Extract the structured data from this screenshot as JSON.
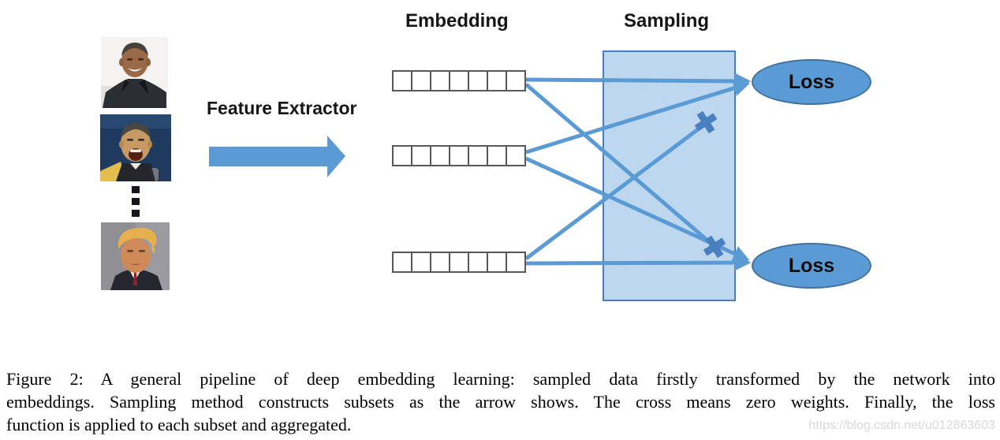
{
  "figure": {
    "embedding_header": "Embedding",
    "sampling_header": "Sampling",
    "feature_extractor_label": "Feature Extractor",
    "loss_top": "Loss",
    "loss_bottom": "Loss",
    "embedding_cells_per_row": 7,
    "embedding_row_count": 3,
    "input_photos": [
      {
        "label": "obama-smiling-portrait"
      },
      {
        "label": "obama-shouting-portrait"
      },
      {
        "label": "trump-portrait"
      }
    ],
    "ellipsis_dots": 3,
    "colors": {
      "line_blue": "#5B9BD5",
      "cross_blue": "#4A80C0",
      "sampling_fill": "#BDD7EE",
      "sampling_border": "#4A7EBB",
      "loss_fill": "#5B9BD5",
      "loss_border": "#41719C",
      "cell_border": "#595959"
    }
  },
  "caption": {
    "lines": [
      "Figure 2: A general pipeline of deep embedding learning: sampled data firstly transformed by the network into",
      "embeddings. Sampling method constructs subsets as the arrow shows. The cross means zero weights. Finally, the loss",
      "function is applied to each subset and aggregated."
    ]
  },
  "watermark": "https://blog.csdn.net/u012863603"
}
